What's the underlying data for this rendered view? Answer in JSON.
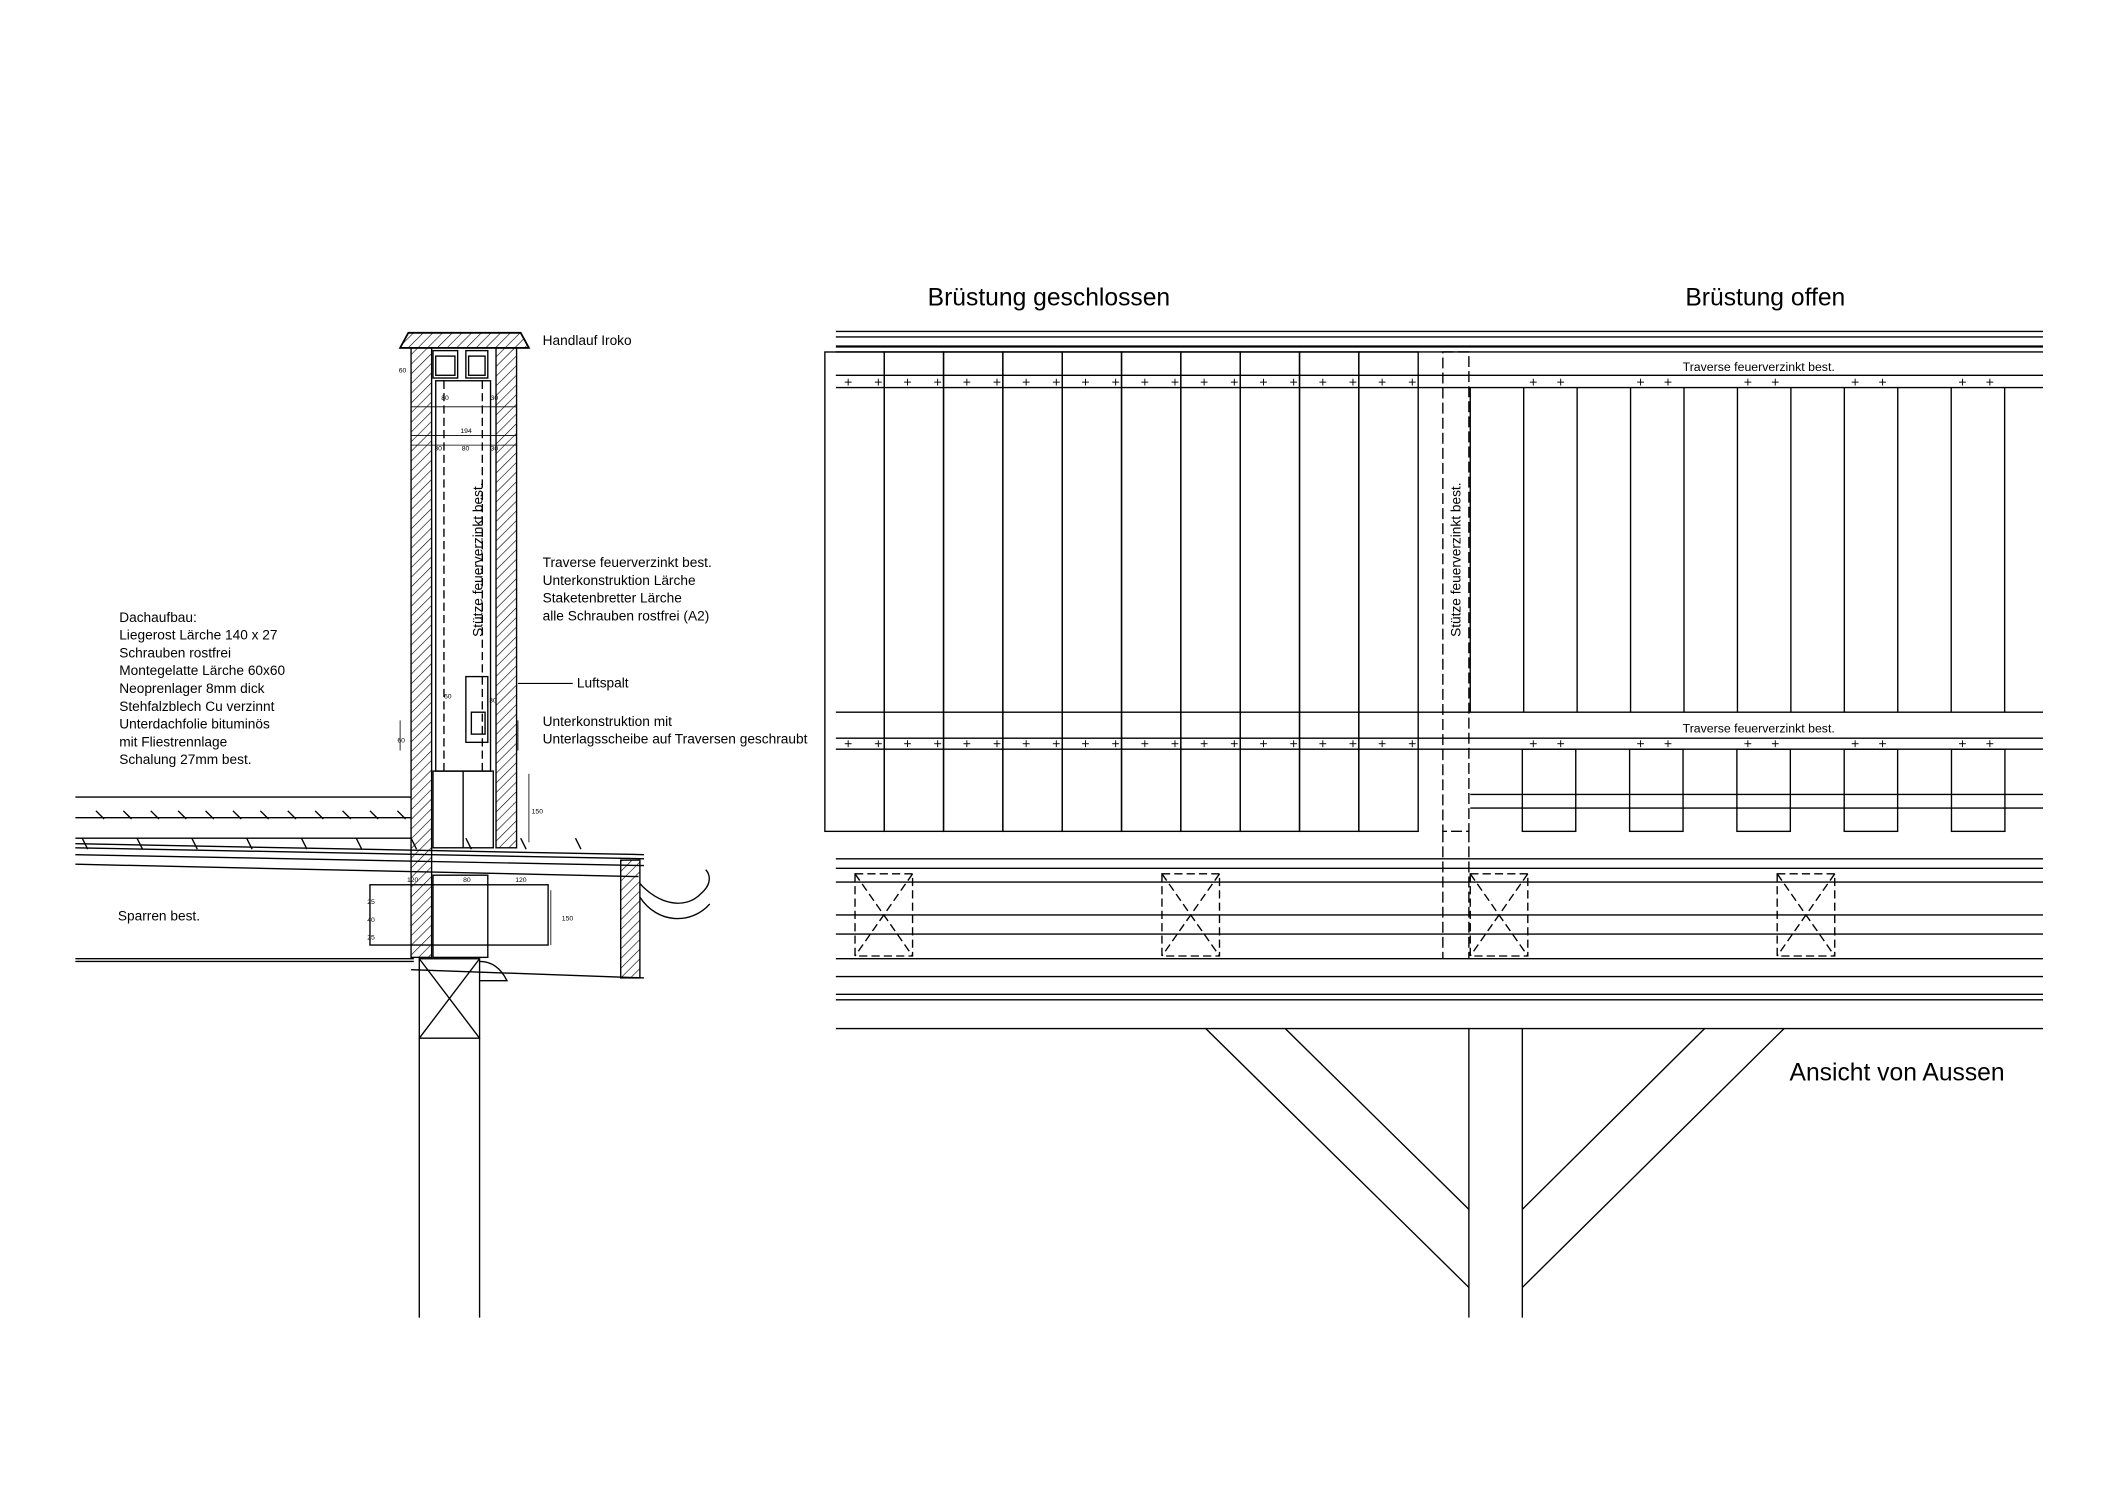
{
  "headings": {
    "closed": "Brüstung geschlossen",
    "open": "Brüstung offen",
    "view": "Ansicht von Aussen"
  },
  "section_labels": {
    "handrail": "Handlauf Iroko",
    "post": "Stütze feuerverzinkt best.",
    "air_gap": "Luftspalt",
    "rafter": "Sparren best.",
    "substructure_note": [
      "Traverse feuerverzinkt best.",
      "Unterkonstruktion Lärche",
      "Staketenbretter Lärche",
      "alle Schrauben rostfrei (A2)"
    ],
    "washer_note": [
      "Unterkonstruktion mit",
      "Unterlagsscheibe auf Traversen geschraubt"
    ],
    "roof_build_up": [
      "Dachaufbau:",
      "Liegerost Lärche 140 x 27",
      "  Schrauben rostfrei",
      "Montegelatte Lärche 60x60",
      "Neoprenlager 8mm dick",
      "Stehfalzblech Cu verzinnt",
      "Unterdachfolie bituminös",
      "  mit Fliestrennlage",
      "Schalung 27mm best."
    ]
  },
  "dimensions": {
    "d60_top": "60",
    "d80_top": "80",
    "d30_top": "30",
    "d194": "194",
    "d30_left": "30",
    "d80_mid": "80",
    "d30_right": "30",
    "d60_mid": "60",
    "d30_low": "30",
    "d60_low": "60",
    "d150": "150",
    "d120_a": "120",
    "d80_b": "80",
    "d120_c": "120",
    "d25": "25",
    "d40": "40",
    "d25b": "25",
    "d150b": "150"
  },
  "elevation_labels": {
    "post": "Stütze feuerverzinkt best.",
    "traverse_top": "Traverse feuerverzinkt best.",
    "traverse_bottom": "Traverse feuerverzinkt best."
  }
}
